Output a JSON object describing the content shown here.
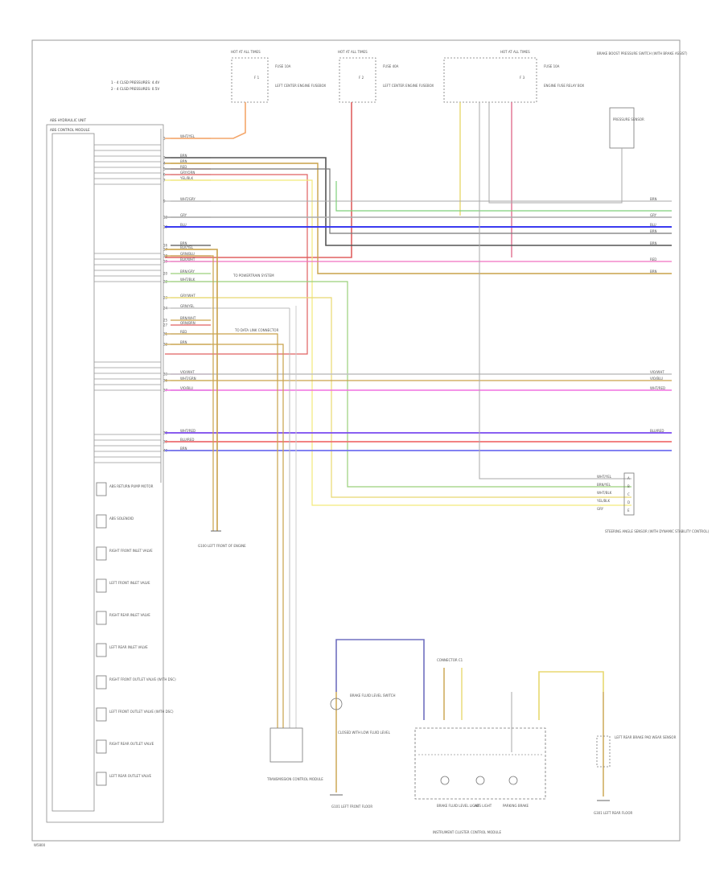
{
  "diagram": {
    "footer_code": "W5800",
    "note_lines": [
      "1 - 4 CLSD PRESSURES: 4.4V",
      "2 - 4 CLSD PRESSURES: 0.5V"
    ],
    "abs_unit_title": "ABS HYDRAULIC UNIT",
    "abs_module_title": "ABS CONTROL MODULE",
    "top_blocks": [
      {
        "hot_label": "HOT AT ALL TIMES",
        "fuse": "FUSE 10A",
        "fuse_num": "F 1",
        "desc": "LEFT CENTER ENGINE FUSEBOX"
      },
      {
        "hot_label": "HOT AT ALL TIMES",
        "fuse": "FUSE 40A",
        "fuse_num": "F 2",
        "desc": "LEFT CENTER ENGINE FUSEBOX"
      },
      {
        "hot_label": "HOT AT ALL TIMES",
        "fuse": "FUSE 10A",
        "fuse_num": "F 3",
        "desc": "ENGINE FUSE RELAY BOX"
      }
    ],
    "top_right_label": "BRAKE BOOST PRESSURE SWITCH (WITH BRAKE ASSIST)",
    "top_right_sublabel": "PRESSURE SENSOR",
    "pin_wires": [
      {
        "pin": "1",
        "color": "WHT/YEL",
        "hex": "#f4a66a"
      },
      {
        "pin": "3",
        "color": "BRN",
        "hex": "#b0b0b0"
      },
      {
        "pin": "4",
        "color": "BRN",
        "hex": "#c9a24a"
      },
      {
        "pin": "5",
        "color": "RED",
        "hex": "#e06060"
      },
      {
        "pin": "6",
        "color": "GRY/ORN",
        "hex": "#cccccc"
      },
      {
        "pin": "7",
        "color": "YEL/BLK",
        "hex": "#e8d870"
      },
      {
        "pin": "9",
        "color": "WHT/GRY",
        "hex": "#bbbbbb"
      },
      {
        "pin": "12",
        "color": "GRY",
        "hex": "#aaaaaa"
      },
      {
        "pin": "13",
        "color": "BLU",
        "hex": "#3a3af0"
      },
      {
        "pin": "16",
        "color": "BRN",
        "hex": "#555555"
      },
      {
        "pin": "17",
        "color": "BLK/YEL",
        "hex": "#e0c060"
      },
      {
        "pin": "18",
        "color": "GRN/BLU",
        "hex": "#e07090"
      },
      {
        "pin": "19",
        "color": "BLK/WHT",
        "hex": "#cccccc"
      },
      {
        "pin": "20",
        "color": "BRN/GRY",
        "hex": "#9ad07a"
      },
      {
        "pin": "22",
        "color": "WHT/BLK",
        "hex": "#dddddd"
      },
      {
        "pin": "23",
        "color": "GRY/WHT",
        "hex": "#e0e0a0"
      },
      {
        "pin": "24",
        "color": "GRN/YEL",
        "hex": "#b0b0b0"
      },
      {
        "pin": "25",
        "color": "BRN/WHT",
        "hex": "#c9a24a"
      },
      {
        "pin": "27",
        "color": "ORN/BRN",
        "hex": "#e06060"
      },
      {
        "pin": "31",
        "color": "RED",
        "hex": "#c0c0c0"
      },
      {
        "pin": "32",
        "color": "BRN",
        "hex": "#c9a24a"
      },
      {
        "pin": "33",
        "color": "VIO/WHT",
        "hex": "#f070e0"
      },
      {
        "pin": "36",
        "color": "WHT/GRN",
        "hex": "#e0e0a0"
      },
      {
        "pin": "37",
        "color": "VIO/BLU",
        "hex": "#7a4af0"
      },
      {
        "pin": "38",
        "color": "WHT/RED",
        "hex": "#f07070"
      },
      {
        "pin": "39",
        "color": "BLU/RED",
        "hex": "#7070f0"
      },
      {
        "pin": "40",
        "color": "BRN",
        "hex": "#c9a24a"
      }
    ],
    "right_labels": [
      "BRN",
      "GRY",
      "BLU",
      "BRN",
      "BRN",
      "RED",
      "BRN",
      "VIO/WHT",
      "VIO/BLU",
      "WHT/RED",
      "BLU/RED"
    ],
    "steering_pins": [
      {
        "color": "WHT/YEL",
        "pin": "A"
      },
      {
        "color": "BRN/YEL",
        "pin": "B"
      },
      {
        "color": "WHT/BLK",
        "pin": "C"
      },
      {
        "color": "YEL/BLK",
        "pin": "D"
      },
      {
        "color": "GRY",
        "pin": "E"
      }
    ],
    "steering_label": "STEERING ANGLE SENSOR (WITH DYNAMIC STABILITY CONTROL)",
    "inline_labels": [
      "TO POWERTRAIN SYSTEM",
      "TO DATA LINK CONNECTOR"
    ],
    "ground_left_label": "G100 LEFT FRONT OF ENGINE",
    "left_components": [
      "ABS RETURN PUMP MOTOR",
      "ABS SOLENOID",
      "RIGHT FRONT INLET VALVE",
      "LEFT FRONT INLET VALVE",
      "RIGHT REAR INLET VALVE",
      "LEFT REAR INLET VALVE",
      "RIGHT FRONT OUTLET VALVE (WITH DSC)",
      "LEFT FRONT OUTLET VALVE (WITH DSC)",
      "RIGHT REAR OUTLET VALVE",
      "LEFT REAR OUTLET VALVE"
    ],
    "bottom_components": {
      "transmission_label": "TRANSMISSION CONTROL MODULE",
      "brake_switch_label": "BRAKE FLUID LEVEL SWITCH",
      "brake_switch_sub": "CLOSED WITH LOW FLUID LEVEL",
      "ground_mid_label": "G101 LEFT FRONT FLOOR",
      "cluster_connector": "CONNECTOR C1",
      "cluster_items": [
        "BRAKE FLUID LEVEL LIGHT",
        "ABS LIGHT",
        "PARKING BRAKE"
      ],
      "cluster_label": "INSTRUMENT CLUSTER CONTROL MODULE",
      "handbrake_label": "LEFT REAR BRAKE PAD WEAR SENSOR",
      "ground_right_label": "G301 LEFT REAR FLOOR"
    }
  }
}
